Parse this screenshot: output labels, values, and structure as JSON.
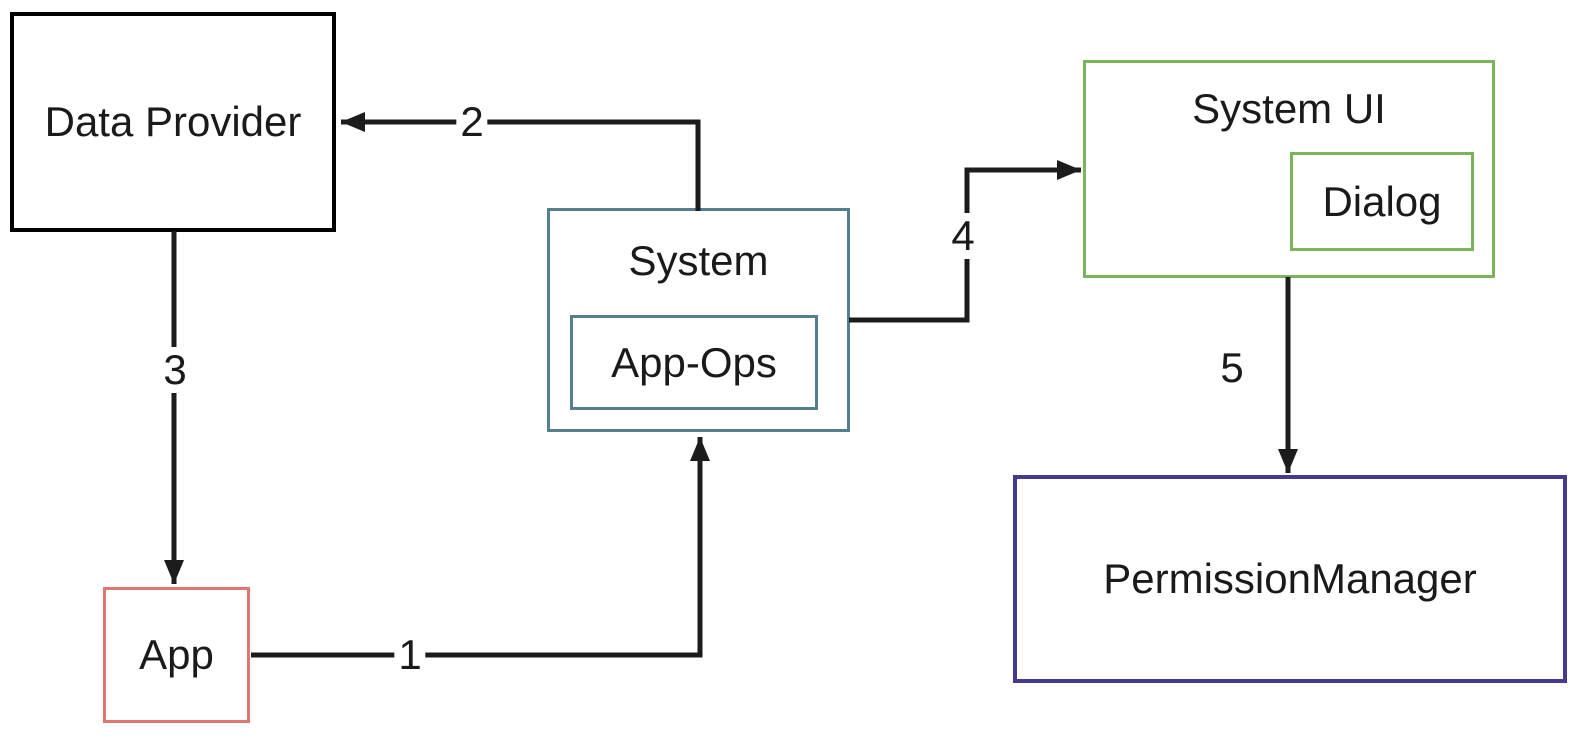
{
  "diagram": {
    "nodes": {
      "data_provider": {
        "label": "Data Provider",
        "border_color": "#000000"
      },
      "system": {
        "label": "System",
        "border_color": "#54808e"
      },
      "app_ops": {
        "label": "App-Ops",
        "border_color": "#54808e"
      },
      "system_ui": {
        "label": "System UI",
        "border_color": "#7ab35c"
      },
      "dialog": {
        "label": "Dialog",
        "border_color": "#7ab35c"
      },
      "app": {
        "label": "App",
        "border_color": "#e07672"
      },
      "permission_manager": {
        "label": "PermissionManager",
        "border_color": "#443a8f"
      }
    },
    "edges": [
      {
        "label": "1",
        "from": "App",
        "to": "System"
      },
      {
        "label": "2",
        "from": "System",
        "to": "Data Provider"
      },
      {
        "label": "3",
        "from": "Data Provider",
        "to": "App"
      },
      {
        "label": "4",
        "from": "System",
        "to": "System UI"
      },
      {
        "label": "5",
        "from": "System UI",
        "to": "PermissionManager"
      }
    ],
    "arrow_color": "#1c1c1c"
  }
}
